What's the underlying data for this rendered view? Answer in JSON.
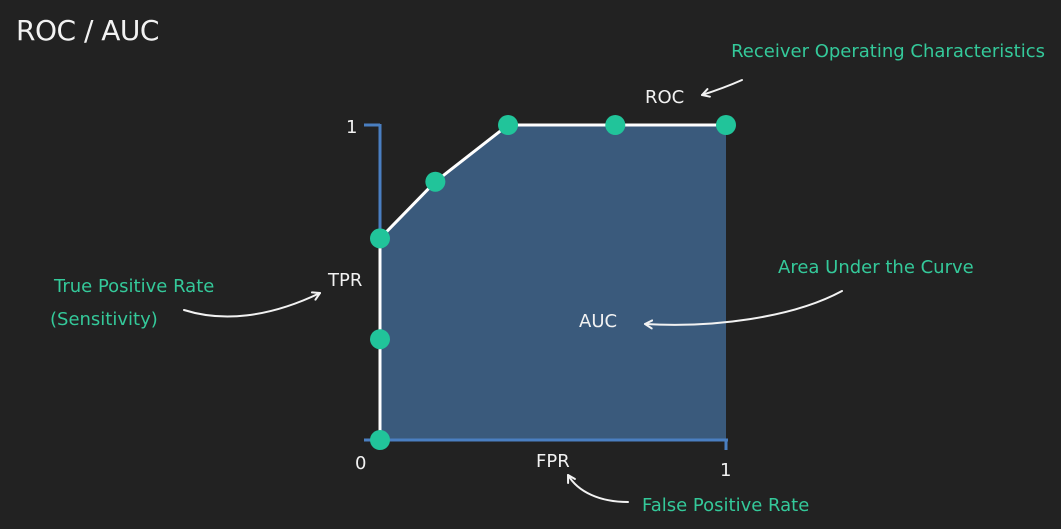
{
  "title": "ROC / AUC",
  "labels": {
    "roc_full": "Receiver Operating Characteristics",
    "roc": "ROC",
    "tpr_full_line1": "True Positive Rate",
    "tpr_full_line2": "(Sensitivity)",
    "tpr": "TPR",
    "auc_full": "Area Under the Curve",
    "auc": "AUC",
    "fpr": "FPR",
    "fpr_full": "False Positive Rate"
  },
  "axis_ticks": {
    "y_top": "1",
    "origin": "0",
    "x_right": "1"
  },
  "colors": {
    "background": "#222222",
    "axis": "#4a7fc1",
    "area_fill": "#3a5a7c",
    "curve": "#ffffff",
    "point": "#21c49a",
    "annotation_text": "#34c99a",
    "label_text": "#f2f2f2"
  },
  "curve_points": [
    {
      "fpr": 0,
      "tpr": 0
    },
    {
      "fpr": 0,
      "tpr": 0.32
    },
    {
      "fpr": 0,
      "tpr": 0.64
    },
    {
      "fpr": 0.16,
      "tpr": 0.82
    },
    {
      "fpr": 0.37,
      "tpr": 1
    },
    {
      "fpr": 0.68,
      "tpr": 1
    },
    {
      "fpr": 1,
      "tpr": 1
    }
  ]
}
